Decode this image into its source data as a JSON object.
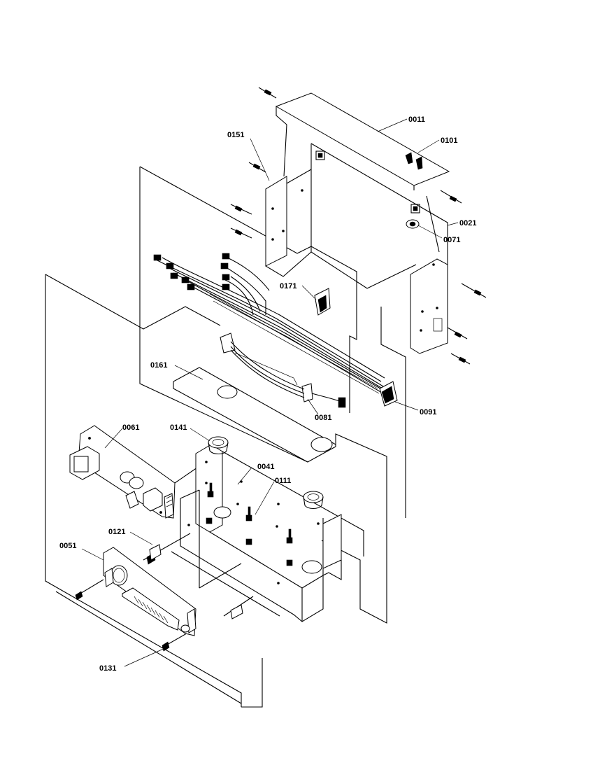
{
  "callouts": [
    {
      "id": "c0011",
      "label": "0011"
    },
    {
      "id": "c0101",
      "label": "0101"
    },
    {
      "id": "c0151",
      "label": "0151"
    },
    {
      "id": "c0021",
      "label": "0021"
    },
    {
      "id": "c0071",
      "label": "0071"
    },
    {
      "id": "c0171",
      "label": "0171"
    },
    {
      "id": "c0161",
      "label": "0161"
    },
    {
      "id": "c0091",
      "label": "0091"
    },
    {
      "id": "c0081",
      "label": "0081"
    },
    {
      "id": "c0061",
      "label": "0061"
    },
    {
      "id": "c0141",
      "label": "0141"
    },
    {
      "id": "c0041",
      "label": "0041"
    },
    {
      "id": "c0111",
      "label": "0111"
    },
    {
      "id": "c0121",
      "label": "0121"
    },
    {
      "id": "c0051",
      "label": "0051"
    },
    {
      "id": "c0131",
      "label": "0131"
    }
  ]
}
